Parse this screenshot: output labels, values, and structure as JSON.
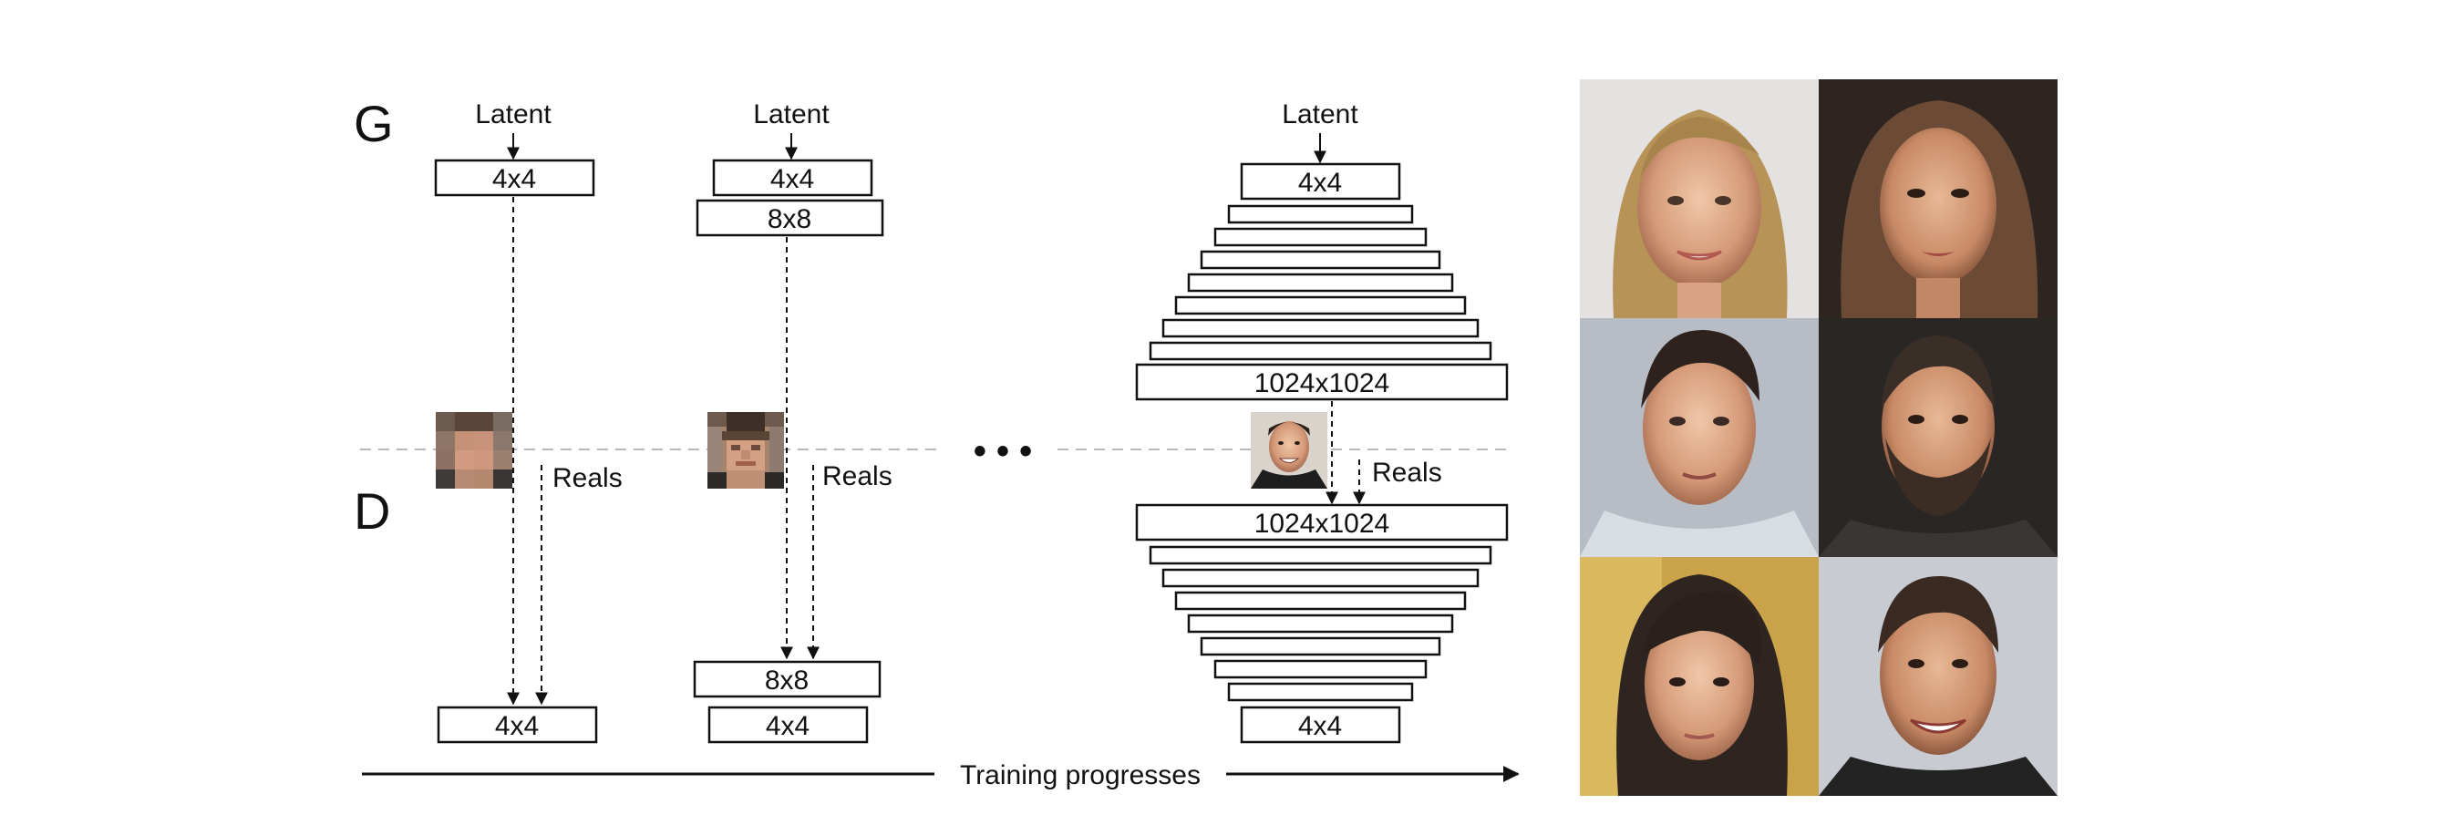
{
  "diagram": {
    "generator_label": "G",
    "discriminator_label": "D",
    "latent_label": "Latent",
    "reals_label": "Reals",
    "ellipsis": "• • •",
    "progress_label": "Training progresses",
    "stage1": {
      "g_box": "4x4",
      "d_box": "4x4"
    },
    "stage2": {
      "g_boxes": [
        "4x4",
        "8x8"
      ],
      "d_boxes": [
        "8x8",
        "4x4"
      ]
    },
    "stage3": {
      "g_top": "4x4",
      "g_bottom": "1024x1024",
      "d_top": "1024x1024",
      "d_bottom": "4x4"
    }
  },
  "icons": {
    "face_thumbnails": [
      "face-thumbnail-4x4-icon",
      "face-thumbnail-8x8-icon",
      "face-thumbnail-1024-icon"
    ],
    "generated_faces_grid": "generated-faces-grid-icon"
  }
}
